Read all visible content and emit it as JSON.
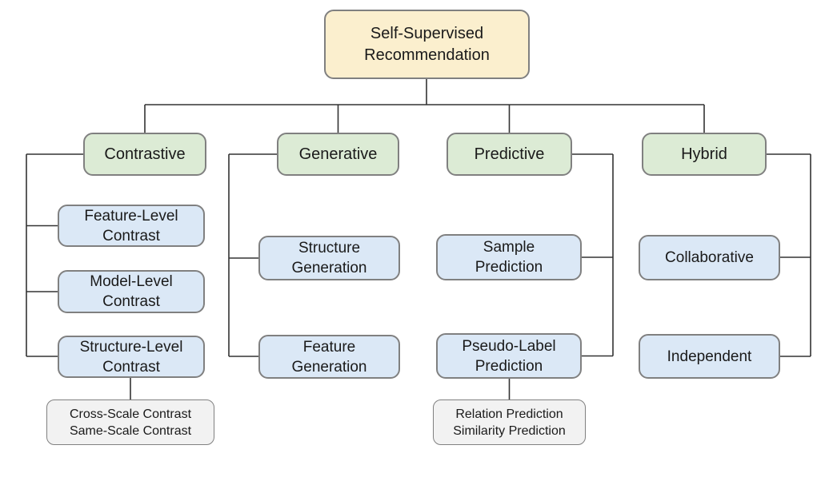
{
  "root_box": {
    "lines": [
      "Self-Supervised",
      "Recommendation"
    ]
  },
  "branches": [
    {
      "label": "Contrastive",
      "children": [
        {
          "lines": [
            "Feature-Level",
            "Contrast"
          ]
        },
        {
          "lines": [
            "Model-Level",
            "Contrast"
          ]
        },
        {
          "lines": [
            "Structure-Level",
            "Contrast"
          ],
          "note": {
            "lines": [
              "Cross-Scale Contrast",
              "Same-Scale Contrast"
            ]
          }
        }
      ]
    },
    {
      "label": "Generative",
      "children": [
        {
          "lines": [
            "Structure",
            "Generation"
          ]
        },
        {
          "lines": [
            "Feature",
            "Generation"
          ]
        }
      ]
    },
    {
      "label": "Predictive",
      "children": [
        {
          "lines": [
            "Sample",
            "Prediction"
          ]
        },
        {
          "lines": [
            "Pseudo-Label",
            "Prediction"
          ],
          "note": {
            "lines": [
              "Relation Prediction",
              "Similarity Prediction"
            ]
          }
        }
      ]
    },
    {
      "label": "Hybrid",
      "children": [
        {
          "lines": [
            "Collaborative"
          ]
        },
        {
          "lines": [
            "Independent"
          ]
        }
      ]
    }
  ],
  "colors": {
    "root_fill": "#fbefce",
    "category_fill": "#dcebd5",
    "child_fill": "#dbe8f6",
    "note_fill": "#f2f2f2",
    "border": "#808080",
    "line": "#333333",
    "text": "#1a1a1a"
  }
}
